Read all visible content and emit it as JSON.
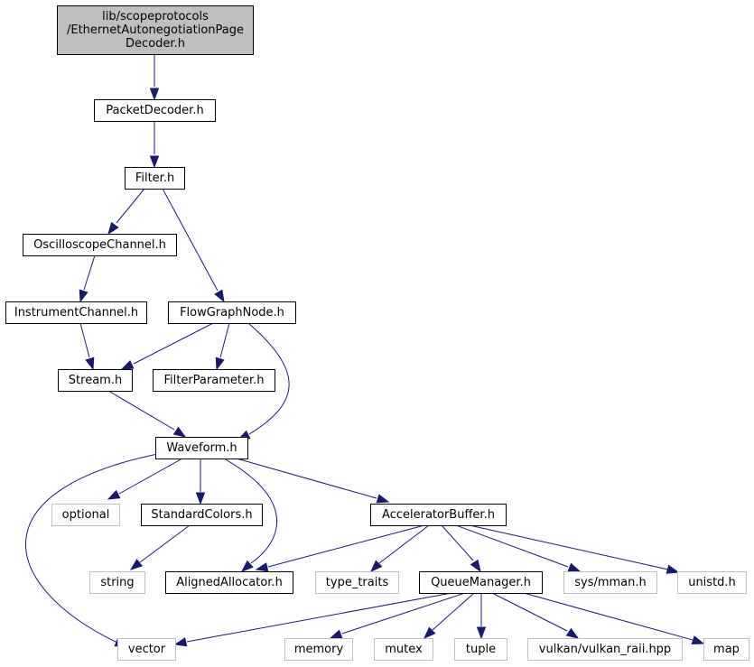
{
  "graph": {
    "edge_color": "#191970",
    "root_fill": "#bfbfbf",
    "system_border": "#bfbfbf",
    "nodes": [
      {
        "id": "root",
        "kind": "root",
        "lines": [
          "lib/scopeprotocols",
          "/EthernetAutonegotiationPage",
          "Decoder.h"
        ]
      },
      {
        "id": "packetdecoder",
        "kind": "local",
        "lines": [
          "PacketDecoder.h"
        ]
      },
      {
        "id": "filter",
        "kind": "local",
        "lines": [
          "Filter.h"
        ]
      },
      {
        "id": "oscilloscopechannel",
        "kind": "local",
        "lines": [
          "OscilloscopeChannel.h"
        ]
      },
      {
        "id": "instrumentchannel",
        "kind": "local",
        "lines": [
          "InstrumentChannel.h"
        ]
      },
      {
        "id": "flowgraphnode",
        "kind": "local",
        "lines": [
          "FlowGraphNode.h"
        ]
      },
      {
        "id": "stream",
        "kind": "local",
        "lines": [
          "Stream.h"
        ]
      },
      {
        "id": "filterparameter",
        "kind": "local",
        "lines": [
          "FilterParameter.h"
        ]
      },
      {
        "id": "waveform",
        "kind": "local",
        "lines": [
          "Waveform.h"
        ]
      },
      {
        "id": "optional",
        "kind": "system",
        "lines": [
          "optional"
        ]
      },
      {
        "id": "standardcolors",
        "kind": "local",
        "lines": [
          "StandardColors.h"
        ]
      },
      {
        "id": "acceleratorbuffer",
        "kind": "local",
        "lines": [
          "AcceleratorBuffer.h"
        ]
      },
      {
        "id": "string",
        "kind": "system",
        "lines": [
          "string"
        ]
      },
      {
        "id": "alignedallocator",
        "kind": "local",
        "lines": [
          "AlignedAllocator.h"
        ]
      },
      {
        "id": "type_traits",
        "kind": "system",
        "lines": [
          "type_traits"
        ]
      },
      {
        "id": "queuemanager",
        "kind": "local",
        "lines": [
          "QueueManager.h"
        ]
      },
      {
        "id": "sysmman",
        "kind": "system",
        "lines": [
          "sys/mman.h"
        ]
      },
      {
        "id": "unistd",
        "kind": "system",
        "lines": [
          "unistd.h"
        ]
      },
      {
        "id": "vector",
        "kind": "system",
        "lines": [
          "vector"
        ]
      },
      {
        "id": "memory",
        "kind": "system",
        "lines": [
          "memory"
        ]
      },
      {
        "id": "mutex",
        "kind": "system",
        "lines": [
          "mutex"
        ]
      },
      {
        "id": "tuple",
        "kind": "system",
        "lines": [
          "tuple"
        ]
      },
      {
        "id": "vulkan",
        "kind": "system",
        "lines": [
          "vulkan/vulkan_raii.hpp"
        ]
      },
      {
        "id": "map",
        "kind": "system",
        "lines": [
          "map"
        ]
      }
    ],
    "edges": [
      {
        "from": "root",
        "to": "packetdecoder"
      },
      {
        "from": "packetdecoder",
        "to": "filter"
      },
      {
        "from": "filter",
        "to": "oscilloscopechannel"
      },
      {
        "from": "filter",
        "to": "flowgraphnode"
      },
      {
        "from": "oscilloscopechannel",
        "to": "instrumentchannel"
      },
      {
        "from": "instrumentchannel",
        "to": "stream"
      },
      {
        "from": "flowgraphnode",
        "to": "stream"
      },
      {
        "from": "flowgraphnode",
        "to": "filterparameter"
      },
      {
        "from": "flowgraphnode",
        "to": "waveform"
      },
      {
        "from": "stream",
        "to": "waveform"
      },
      {
        "from": "waveform",
        "to": "optional"
      },
      {
        "from": "waveform",
        "to": "standardcolors"
      },
      {
        "from": "waveform",
        "to": "acceleratorbuffer"
      },
      {
        "from": "waveform",
        "to": "alignedallocator"
      },
      {
        "from": "waveform",
        "to": "vector"
      },
      {
        "from": "standardcolors",
        "to": "string"
      },
      {
        "from": "acceleratorbuffer",
        "to": "alignedallocator"
      },
      {
        "from": "acceleratorbuffer",
        "to": "type_traits"
      },
      {
        "from": "acceleratorbuffer",
        "to": "queuemanager"
      },
      {
        "from": "acceleratorbuffer",
        "to": "sysmman"
      },
      {
        "from": "acceleratorbuffer",
        "to": "unistd"
      },
      {
        "from": "queuemanager",
        "to": "vector"
      },
      {
        "from": "queuemanager",
        "to": "memory"
      },
      {
        "from": "queuemanager",
        "to": "mutex"
      },
      {
        "from": "queuemanager",
        "to": "tuple"
      },
      {
        "from": "queuemanager",
        "to": "vulkan"
      },
      {
        "from": "queuemanager",
        "to": "map"
      }
    ]
  }
}
